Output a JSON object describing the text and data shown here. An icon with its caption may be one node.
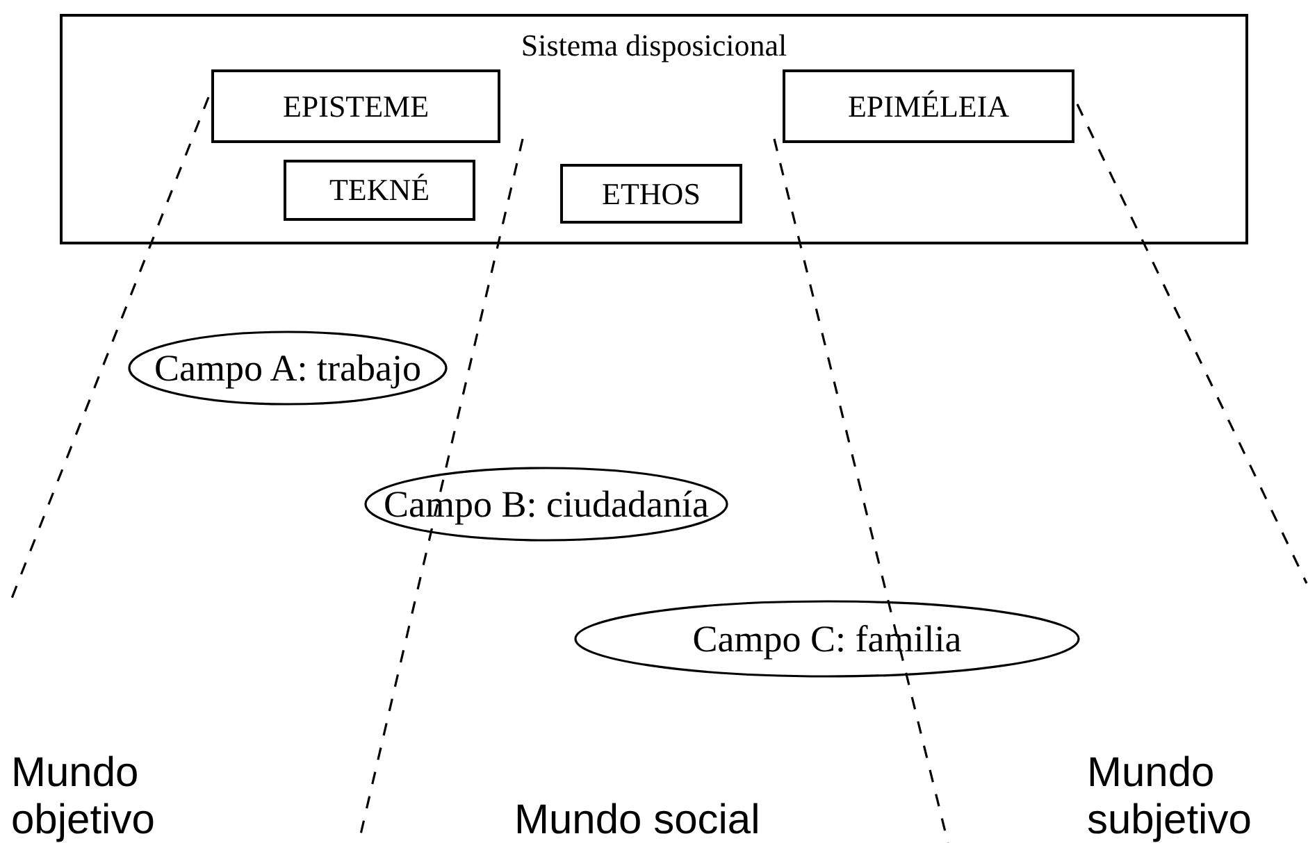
{
  "diagram": {
    "nodes": [
      {
        "text": [
          "Sistema disposicional"
        ]
      },
      {
        "text": [
          "EPISTEME"
        ],
        "in": 0
      },
      {
        "text": [
          "EPIMÉLEIA"
        ],
        "in": 0
      },
      {
        "text": [
          "TEKNÉ"
        ],
        "in": 0
      },
      {
        "text": [
          "ETHOS"
        ],
        "in": 0
      },
      {
        "text": [
          "Campo A: trabajo"
        ]
      },
      {
        "text": [
          "Campo B: ciudadanía"
        ]
      },
      {
        "text": [
          "Campo C: familia"
        ]
      }
    ],
    "labels": [
      "Mundo objetivo",
      "Mundo social",
      "Mundo subjetivo"
    ]
  }
}
